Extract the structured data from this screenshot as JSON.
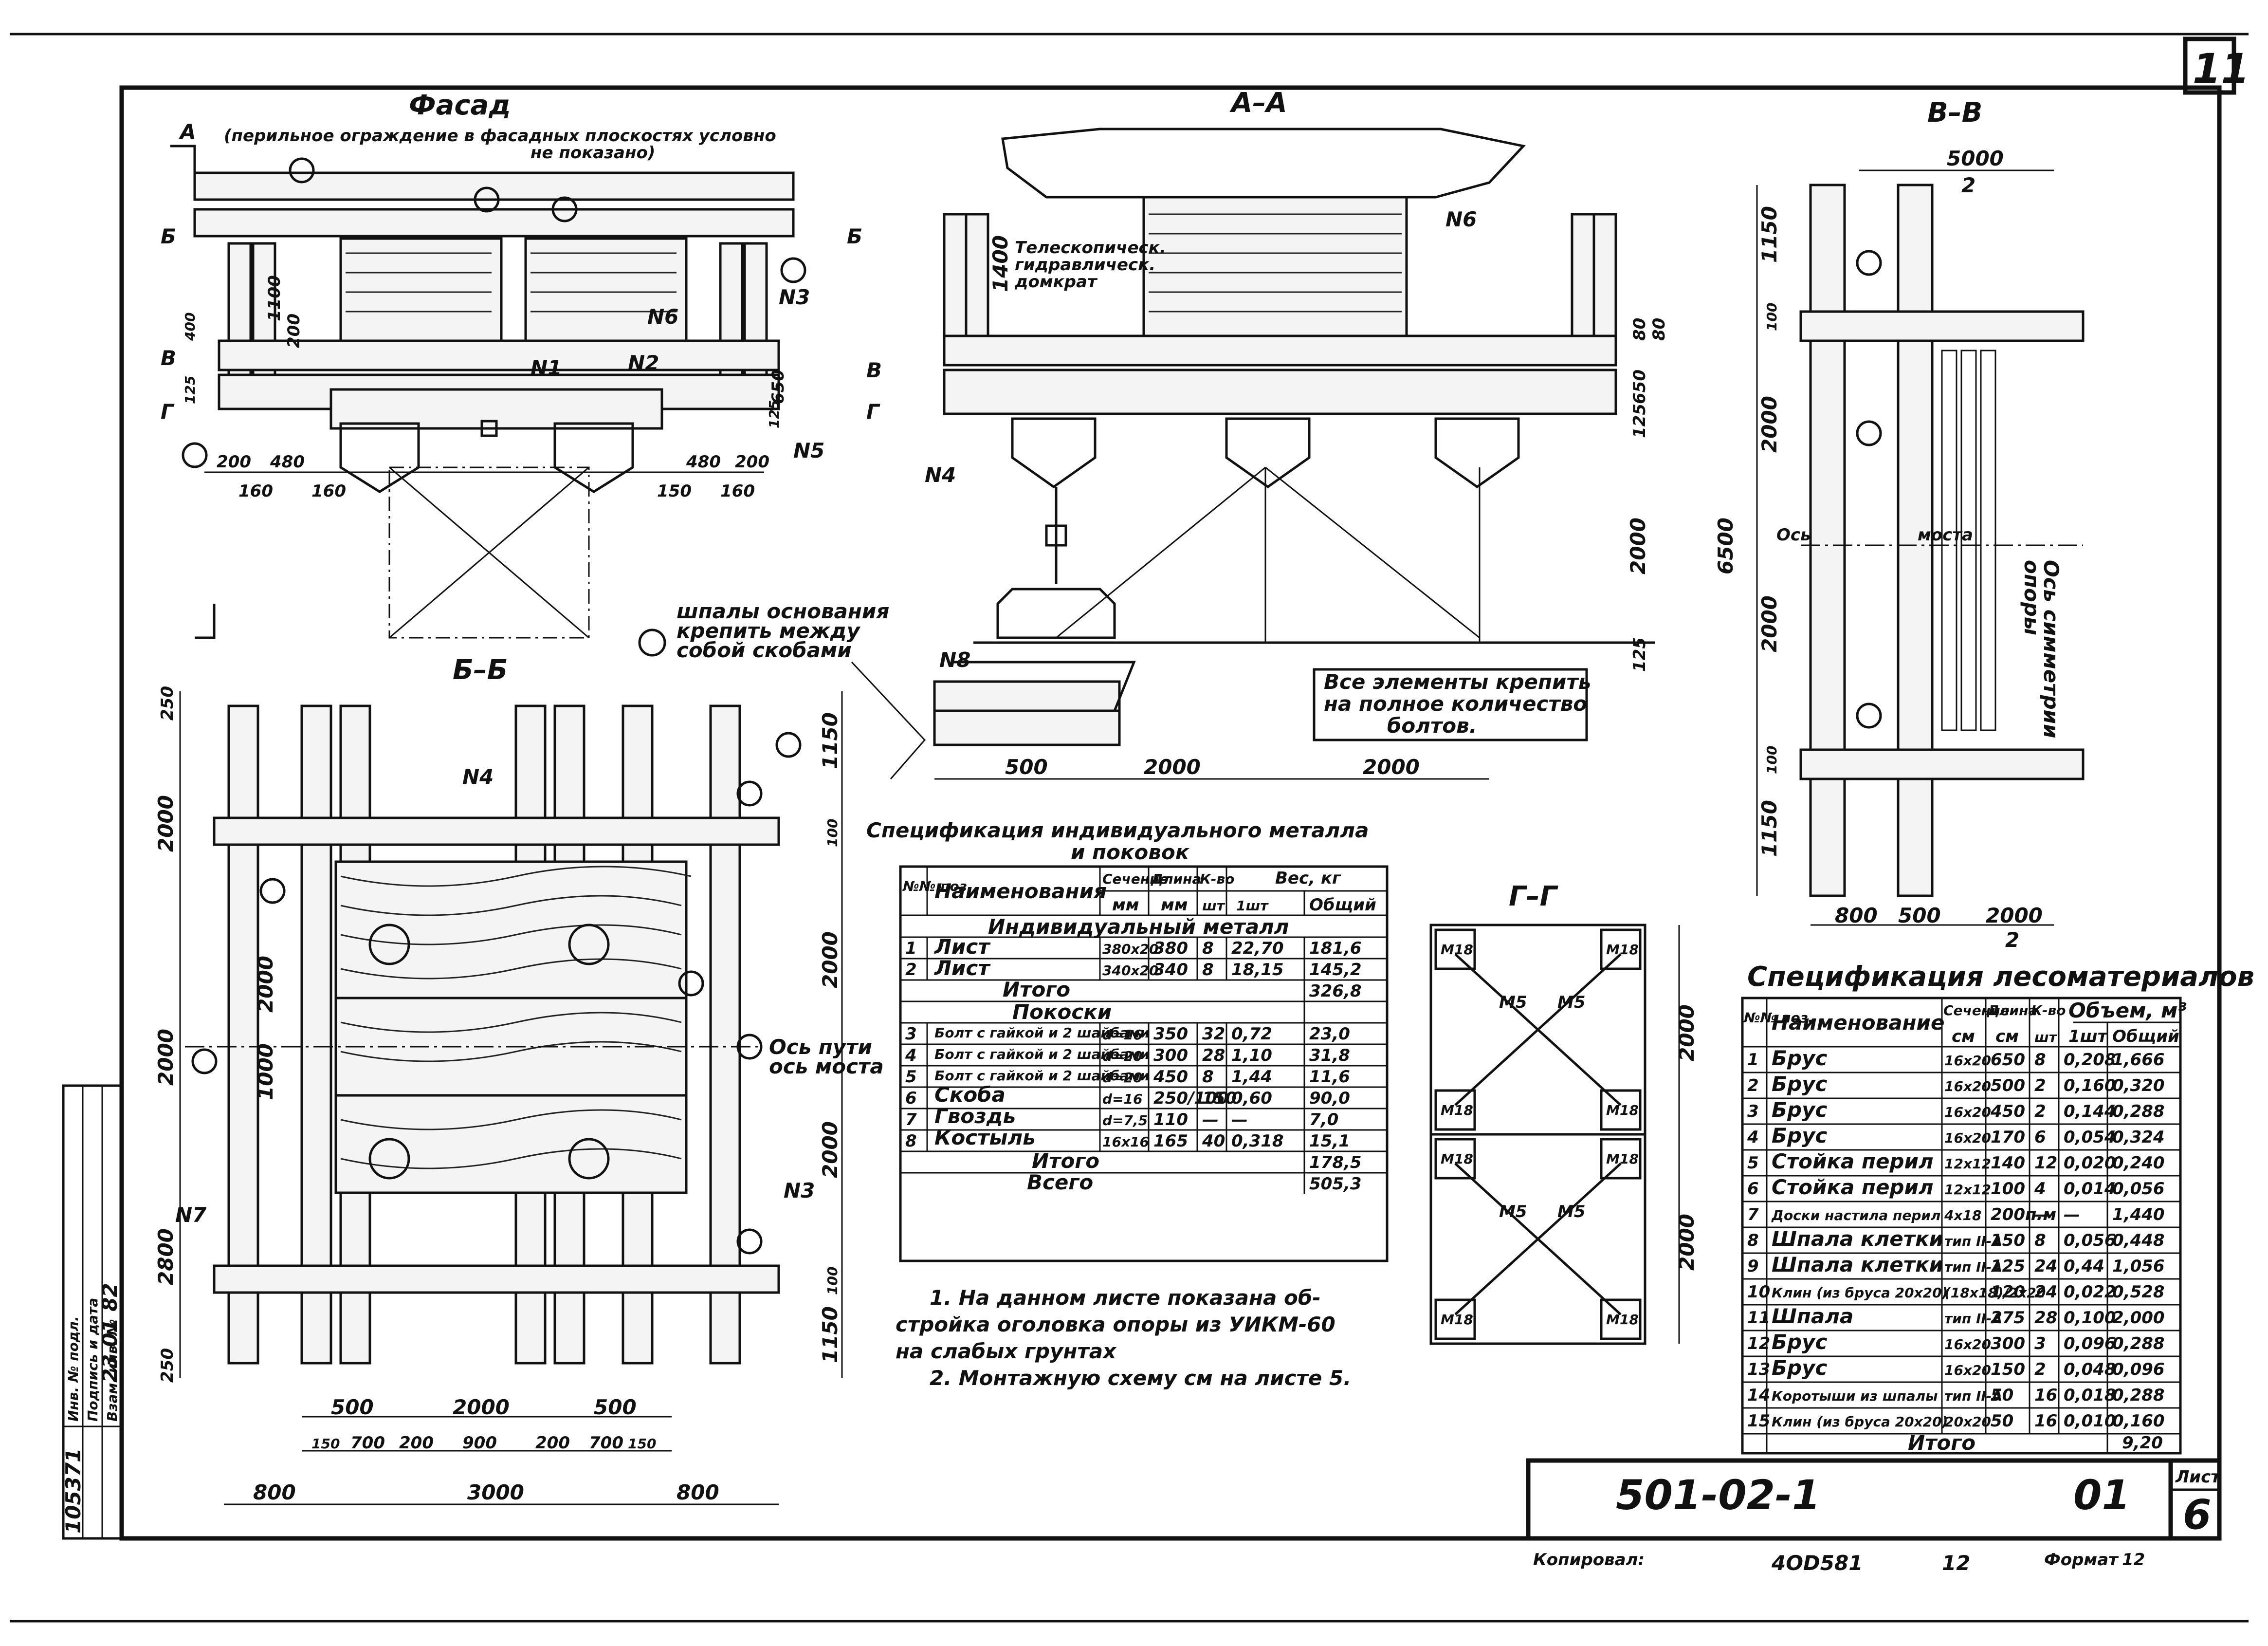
{
  "sheet": {
    "sheet_corner": "11",
    "doc_code": "501-02-1",
    "issue": "01",
    "sheet_label": "Лист",
    "sheet_no": "6",
    "copied_label": "Копировал:",
    "copied_no": "4ОD581",
    "copied_extra": "12",
    "format_label": "Формат",
    "format_value": "12",
    "side_stamp": [
      "Инв. № подл.",
      "Подпись и дата",
      "Взам. инв. №",
      "105371",
      "23 01 82"
    ]
  },
  "views": {
    "facade": {
      "title": "Фасад",
      "note_line1": "(перильное ограждение в фасадных плоскостях условно",
      "note_line2": "не показано)",
      "cut_marks": [
        "А",
        "Б",
        "Б",
        "В",
        "В",
        "Г",
        "Г"
      ],
      "nodes": [
        "N1",
        "N2",
        "N3",
        "N5",
        "N6"
      ],
      "dims": [
        "200",
        "480",
        "480",
        "200",
        "160",
        "160",
        "150",
        "160",
        "1100",
        "200",
        "400",
        "650",
        "125",
        "125"
      ]
    },
    "section_aa": {
      "title": "А–А",
      "jack_label": [
        "Телескопическ.",
        "гидравлическ.",
        "домкрат"
      ],
      "nodes": [
        "N4",
        "N6",
        "N8"
      ],
      "dims": [
        "1400",
        "2000",
        "125",
        "500",
        "2000",
        "2000",
        "650",
        "125",
        "80",
        "80"
      ],
      "note_sleepers": [
        "шпалы основания",
        "крепить между",
        "собой скобами"
      ],
      "note_bolts": [
        "Все элементы крепить",
        "на полное количество",
        "болтов."
      ]
    },
    "section_bb": {
      "title": "Б–Б",
      "nodes": [
        "N4",
        "N3",
        "N7"
      ],
      "axis_label": [
        "Ось пути",
        "ось моста"
      ],
      "dims_v": [
        "250",
        "2000",
        "2000",
        "1000",
        "2000",
        "2800",
        "250",
        "1150",
        "2000",
        "2000",
        "1150",
        "100",
        "100"
      ],
      "dims_h": [
        "500",
        "2000",
        "500",
        "150",
        "700",
        "200",
        "900",
        "200",
        "700",
        "150",
        "800",
        "3000",
        "800"
      ]
    },
    "section_vv": {
      "title": "В–В",
      "top_dim": [
        "5000",
        "2"
      ],
      "axis_label": [
        "Ось симметрии",
        "опоры"
      ],
      "axis_word": "Ось",
      "axis_word2": "моста",
      "dims_v": [
        "1150",
        "2000",
        "6500",
        "2000",
        "1150",
        "100",
        "100"
      ],
      "dims_h": [
        "800",
        "500",
        "2000",
        "2"
      ]
    },
    "section_gg": {
      "title": "Г–Г",
      "bolts": [
        "М18",
        "М18",
        "М18",
        "М18",
        "М18",
        "М18",
        "М18",
        "М18"
      ],
      "rods": [
        "М5",
        "М5",
        "М5",
        "М5"
      ],
      "dims": [
        "2000",
        "2000"
      ]
    }
  },
  "metal_spec": {
    "title_line1": "Спецификация индивидуального металла",
    "title_line2": "и поковок",
    "headers": {
      "pos": "№№ поз.",
      "name": "Наименования",
      "section": "Сечение",
      "section_unit": "мм",
      "length": "Длина",
      "length_unit": "мм",
      "qty": "К-во",
      "qty_unit": "шт",
      "weight": "Вес, кг",
      "weight_one": "1шт",
      "weight_total": "Общий"
    },
    "group1": "Индивидуальный металл",
    "rows1": [
      {
        "pos": "1",
        "name": "Лист",
        "section": "380х20",
        "length": "380",
        "qty": "8",
        "w1": "22,70",
        "wt": "181,6"
      },
      {
        "pos": "2",
        "name": "Лист",
        "section": "340х20",
        "length": "340",
        "qty": "8",
        "w1": "18,15",
        "wt": "145,2"
      }
    ],
    "subtotal1_label": "Итого",
    "subtotal1": "326,8",
    "group2": "Покоски",
    "rows2": [
      {
        "pos": "3",
        "name": "Болт с гайкой и 2 шайбами",
        "section": "d=16",
        "length": "350",
        "qty": "32",
        "w1": "0,72",
        "wt": "23,0"
      },
      {
        "pos": "4",
        "name": "Болт с гайкой и 2 шайбами",
        "section": "d=20",
        "length": "300",
        "qty": "28",
        "w1": "1,10",
        "wt": "31,8"
      },
      {
        "pos": "5",
        "name": "Болт с гайкой и 2 шайбами",
        "section": "d=20",
        "length": "450",
        "qty": "8",
        "w1": "1,44",
        "wt": "11,6"
      },
      {
        "pos": "6",
        "name": "Скоба",
        "section": "d=16",
        "length": "250/100",
        "qty": "150",
        "w1": "0,60",
        "wt": "90,0"
      },
      {
        "pos": "7",
        "name": "Гвоздь",
        "section": "d=7,5",
        "length": "110",
        "qty": "—",
        "w1": "—",
        "wt": "7,0"
      },
      {
        "pos": "8",
        "name": "Костыль",
        "section": "16х16",
        "length": "165",
        "qty": "40",
        "w1": "0,318",
        "wt": "15,1"
      }
    ],
    "subtotal2_label": "Итого",
    "subtotal2": "178,5",
    "total_label": "Всего",
    "total": "505,3"
  },
  "notes": {
    "n1_l1": "1. На данном листе показана об-",
    "n1_l2": "стройка оголовка опоры из УИКМ-60",
    "n1_l3": "на слабых грунтах",
    "n2": "2. Монтажную схему см на листе 5."
  },
  "timber_spec": {
    "title": "Спецификация лесоматериалов",
    "headers": {
      "pos": "№№ поз.",
      "name": "Наименование",
      "section": "Сечение",
      "section_unit": "см",
      "length": "Длина",
      "length_unit": "см",
      "qty": "К-во",
      "qty_unit": "шт",
      "vol": "Объем, м³",
      "vol_one": "1шт",
      "vol_total": "Общий"
    },
    "rows": [
      {
        "pos": "1",
        "name": "Брус",
        "section": "16х20",
        "length": "650",
        "qty": "8",
        "v1": "0,208",
        "vt": "1,666"
      },
      {
        "pos": "2",
        "name": "Брус",
        "section": "16х20",
        "length": "500",
        "qty": "2",
        "v1": "0,160",
        "vt": "0,320"
      },
      {
        "pos": "3",
        "name": "Брус",
        "section": "16х20",
        "length": "450",
        "qty": "2",
        "v1": "0,144",
        "vt": "0,288"
      },
      {
        "pos": "4",
        "name": "Брус",
        "section": "16х20",
        "length": "170",
        "qty": "6",
        "v1": "0,054",
        "vt": "0,324"
      },
      {
        "pos": "5",
        "name": "Стойка перил",
        "section": "12х12",
        "length": "140",
        "qty": "12",
        "v1": "0,020",
        "vt": "0,240"
      },
      {
        "pos": "6",
        "name": "Стойка перил",
        "section": "12х12",
        "length": "100",
        "qty": "4",
        "v1": "0,014",
        "vt": "0,056"
      },
      {
        "pos": "7",
        "name": "Доски настила перил",
        "section": "4х18",
        "length": "200п.м",
        "qty": "—",
        "v1": "—",
        "vt": "1,440"
      },
      {
        "pos": "8",
        "name": "Шпала клетки",
        "section": "тип II-А",
        "length": "150",
        "qty": "8",
        "v1": "0,056",
        "vt": "0,448"
      },
      {
        "pos": "9",
        "name": "Шпала клетки",
        "section": "тип II-А",
        "length": "125",
        "qty": "24",
        "v1": "0,44",
        "vt": "1,056"
      },
      {
        "pos": "10",
        "name": "Клин (из бруса 20х20)",
        "section": "(18х18)/2х20",
        "length": "120",
        "qty": "24",
        "v1": "0,022",
        "vt": "0,528"
      },
      {
        "pos": "11",
        "name": "Шпала",
        "section": "тип II-А",
        "length": "275",
        "qty": "28",
        "v1": "0,100",
        "vt": "2,000"
      },
      {
        "pos": "12",
        "name": "Брус",
        "section": "16х20",
        "length": "300",
        "qty": "3",
        "v1": "0,096",
        "vt": "0,288"
      },
      {
        "pos": "13",
        "name": "Брус",
        "section": "16х20",
        "length": "150",
        "qty": "2",
        "v1": "0,048",
        "vt": "0,096"
      },
      {
        "pos": "14",
        "name": "Коротыши из шпалы",
        "section": "тип II-А",
        "length": "50",
        "qty": "16",
        "v1": "0,018",
        "vt": "0,288"
      },
      {
        "pos": "15",
        "name": "Клин (из бруса 20х20)",
        "section": "20х20",
        "length": "50",
        "qty": "16",
        "v1": "0,010",
        "vt": "0,160"
      }
    ],
    "total_label": "Итого",
    "total": "9,20"
  }
}
